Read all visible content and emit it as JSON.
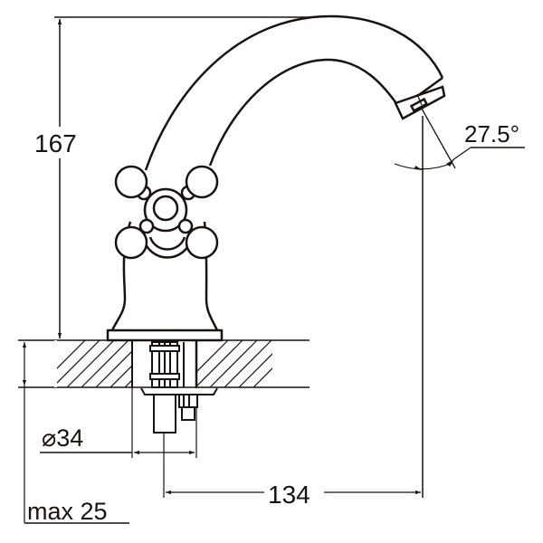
{
  "drawing": {
    "title": "Faucet technical dimension drawing",
    "line_color": "#1a120e",
    "background": "#ffffff"
  },
  "dimensions": {
    "height": {
      "label": "167",
      "unit": "mm",
      "description": "overall height from countertop to top of spout"
    },
    "reach": {
      "label": "134",
      "unit": "mm",
      "description": "spout reach from mounting axis to aerator axis"
    },
    "angle": {
      "label": "27.5°",
      "unit": "deg",
      "description": "aerator outlet angle"
    },
    "mount_diameter": {
      "label": "⌀34",
      "unit": "mm",
      "description": "mounting hole diameter"
    },
    "max_thickness": {
      "label": "max 25",
      "unit": "mm",
      "description": "maximum countertop thickness"
    }
  },
  "components": [
    {
      "name": "spout",
      "label": "curved spout"
    },
    {
      "name": "aerator",
      "label": "aerator outlet"
    },
    {
      "name": "cross-handle",
      "label": "cross handle with four ball knobs"
    },
    {
      "name": "body",
      "label": "faucet body"
    },
    {
      "name": "countertop",
      "label": "countertop section (hatched)"
    },
    {
      "name": "mounting-hardware",
      "label": "threaded stud, nut and hose connector"
    }
  ]
}
